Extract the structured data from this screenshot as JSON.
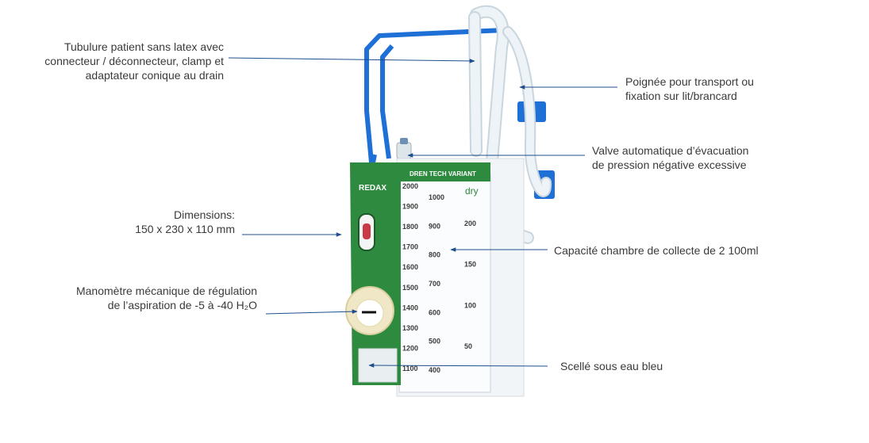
{
  "colors": {
    "leader": "#1f4e8c",
    "device_green": "#2e8a3e",
    "handle_blue": "#1e6fd6",
    "tube": "#e6eef4"
  },
  "device": {
    "brand": "REDAX",
    "model": "DREN TECH VARIANT",
    "mode": "dry",
    "scale_left": [
      "2000",
      "1900",
      "1800",
      "1700",
      "1600",
      "1500",
      "1400",
      "1300",
      "1200",
      "1100"
    ],
    "scale_mid": [
      "1000",
      "900",
      "800",
      "700",
      "600",
      "500",
      "400"
    ],
    "scale_right": [
      "200",
      "150",
      "100",
      "50"
    ]
  },
  "annotations": {
    "tubing": "Tubulure patient sans latex avec\nconnecteur / déconnecteur, clamp et\nadaptateur conique au drain",
    "handle": "Poignée pour transport ou\nfixation sur lit/brancard",
    "valve": "Valve automatique d’évacuation\nde pression négative excessive",
    "dimensions": "Dimensions:\n150 x 230 x 110 mm",
    "capacity": "Capacité chambre de collecte de 2 100ml",
    "manometer": "Manomètre mécanique de régulation\nde l’aspiration de -5 à -40 H₂O",
    "seal": "Scellé sous eau bleu"
  }
}
